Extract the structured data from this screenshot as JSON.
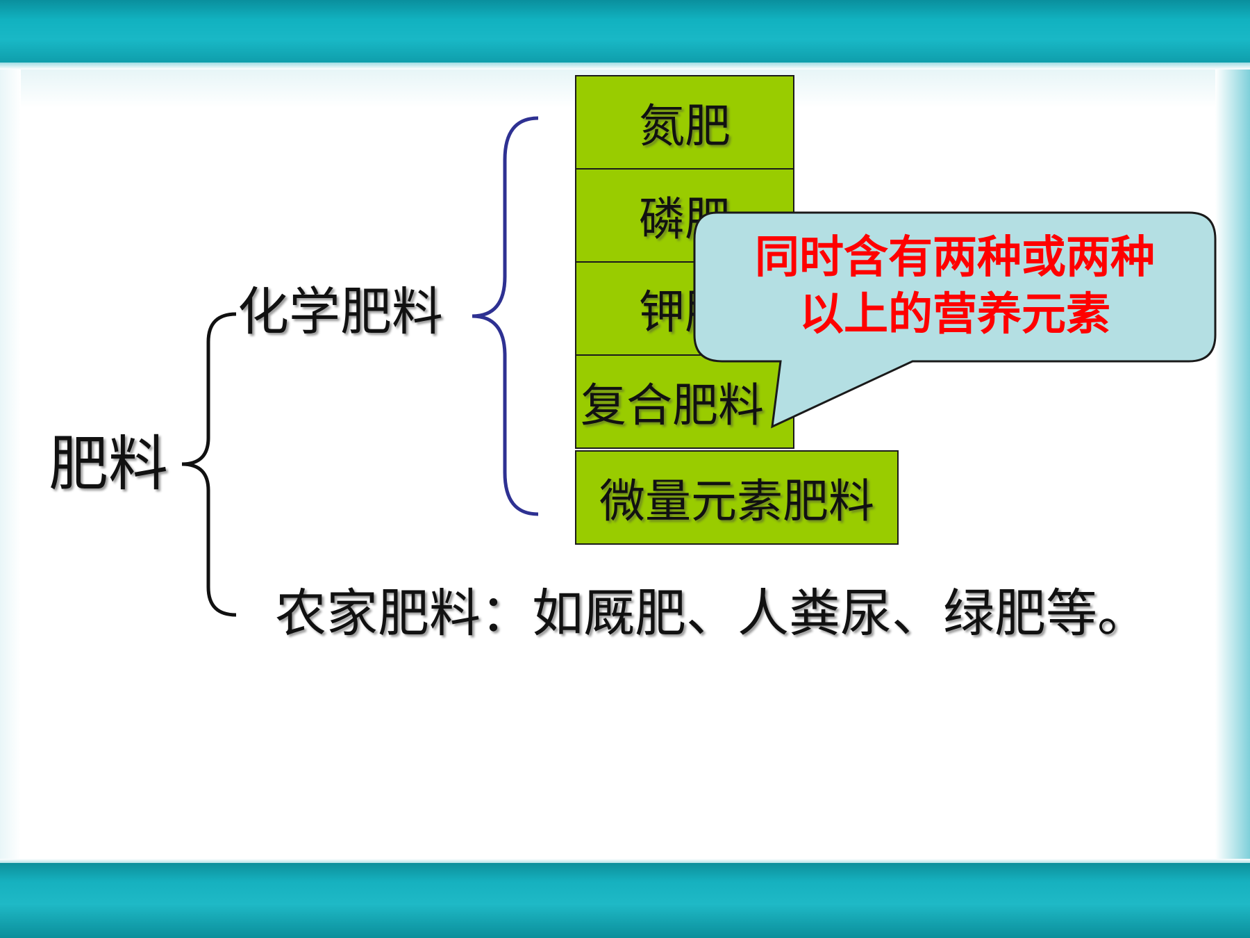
{
  "diagram": {
    "root": "肥料",
    "chemical": "化学肥料",
    "categories": [
      "氮肥",
      "磷肥",
      "钾肥",
      "复合肥料",
      "微量元素肥料"
    ],
    "farm": "农家肥料：如厩肥、人粪尿、绿肥等。",
    "callout": {
      "line1": "同时含有两种或两种",
      "line2": "以上的营养元素"
    }
  },
  "colors": {
    "box_fill": "#99cc00",
    "brace_black": "#111111",
    "brace_blue": "#2e3192",
    "callout_fill": "#b4dfe3",
    "callout_text": "#ff0000",
    "band": "#12aebc"
  }
}
